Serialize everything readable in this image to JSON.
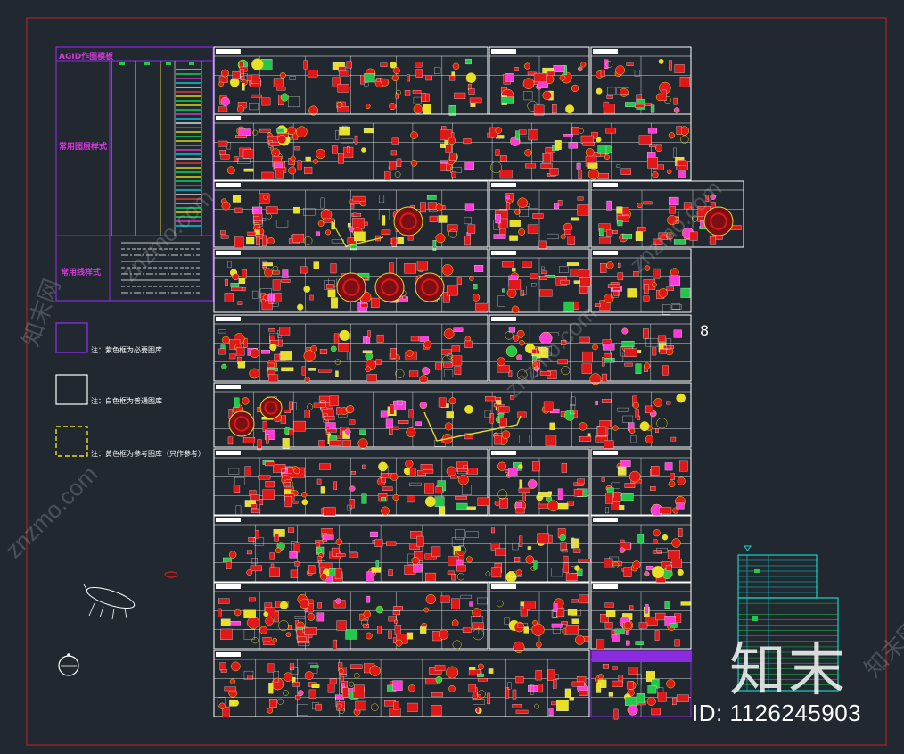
{
  "legend_panel": {
    "title": "AGID作图模板",
    "row1_label": "常用图层样式",
    "row2_label": "常用线样式"
  },
  "notes": [
    {
      "text": "注：紫色框为必要图库",
      "color": "#8a2be2"
    },
    {
      "text": "注：白色框为普通图库",
      "color": "#ffffff"
    },
    {
      "text": "注：黄色框为参考图库（只作参考）",
      "color": "#e8e024"
    }
  ],
  "watermark": {
    "logo_cn": "知末",
    "id_text": "ID: 1126245903",
    "url_text": "znzmo.com",
    "brand_cn": "知末网"
  },
  "colors": {
    "background": "#212830",
    "frame": "#c8202a",
    "panel": "#ffffff",
    "block": "#e01818",
    "accent_yellow": "#e8e024",
    "accent_purple": "#8a2be2",
    "accent_cyan": "#18d0c8",
    "accent_green": "#22c84a"
  }
}
